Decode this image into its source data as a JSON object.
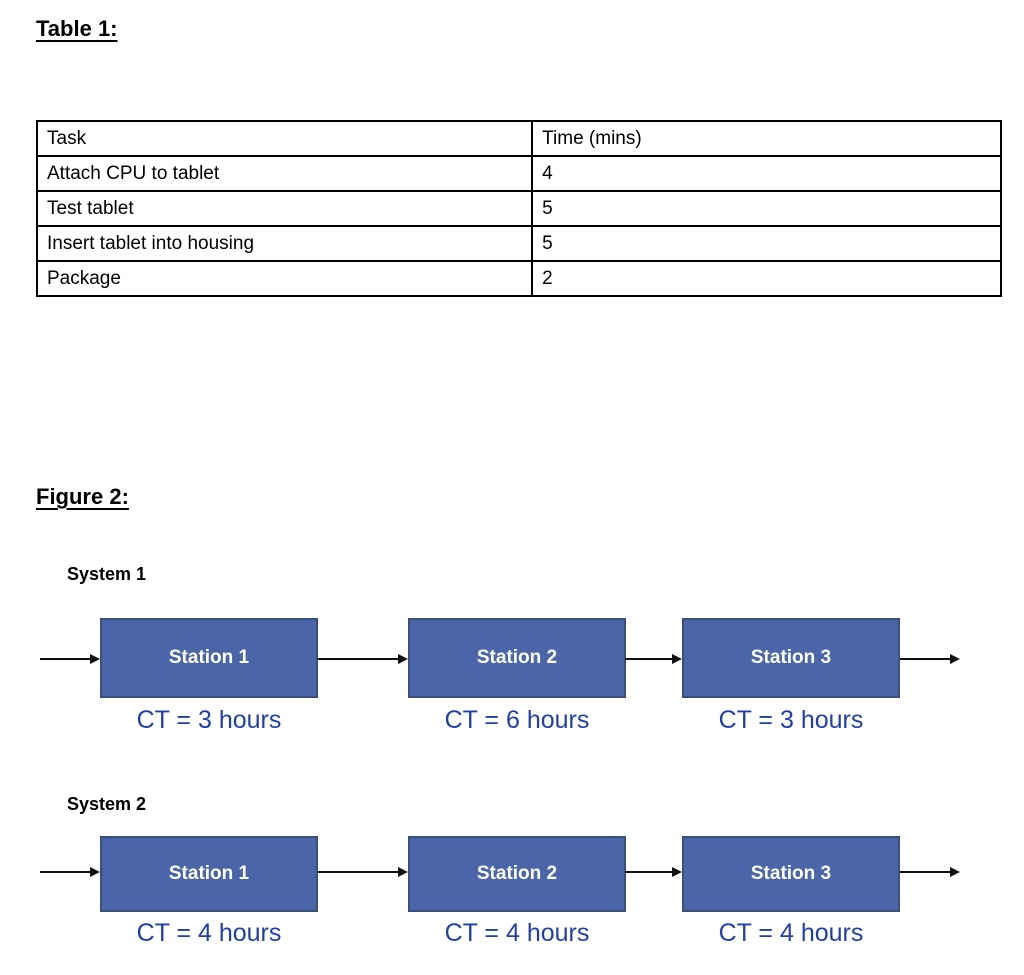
{
  "headings": {
    "table": "Table 1:",
    "figure": "Figure 2:"
  },
  "table": {
    "columns": [
      "Task",
      "Time (mins)"
    ],
    "rows": [
      {
        "task": "Attach CPU to tablet",
        "time": "4"
      },
      {
        "task": "Test tablet",
        "time": "5"
      },
      {
        "task": "Insert tablet into housing",
        "time": "5"
      },
      {
        "task": "Package",
        "time": "2"
      }
    ]
  },
  "figure": {
    "systems": [
      {
        "label": "System 1",
        "stations": [
          {
            "name": "Station 1",
            "cycle_time": "CT = 3 hours"
          },
          {
            "name": "Station 2",
            "cycle_time": "CT = 6 hours"
          },
          {
            "name": "Station 3",
            "cycle_time": "CT = 3 hours"
          }
        ]
      },
      {
        "label": "System 2",
        "stations": [
          {
            "name": "Station 1",
            "cycle_time": "CT = 4 hours"
          },
          {
            "name": "Station 2",
            "cycle_time": "CT = 4 hours"
          },
          {
            "name": "Station 3",
            "cycle_time": "CT = 4 hours"
          }
        ]
      }
    ]
  },
  "colors": {
    "station_fill": "#4a66a8",
    "station_border": "#3a4f79",
    "ct_text": "#1e3fad",
    "arrow": "#111111",
    "text": "#000000"
  }
}
